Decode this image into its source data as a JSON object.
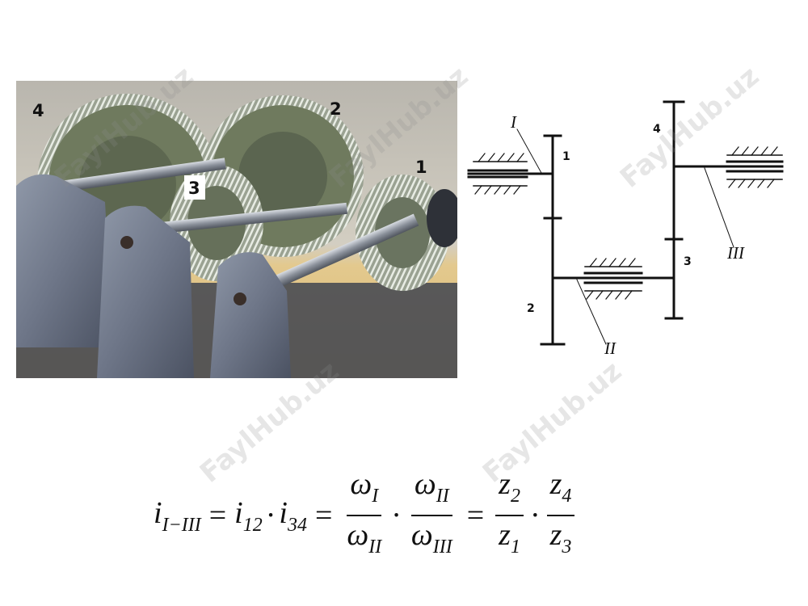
{
  "photo": {
    "labels": {
      "g1": "1",
      "g2": "2",
      "g3": "3",
      "g4": "4"
    }
  },
  "scheme": {
    "gear_labels": {
      "g1": "1",
      "g2": "2",
      "g3": "3",
      "g4": "4"
    },
    "shaft_labels": {
      "s1": "I",
      "s2": "II",
      "s3": "III"
    }
  },
  "formula": {
    "lhs_i": "i",
    "lhs_sub": "I−III",
    "eq1": "=",
    "i12": "i",
    "i12_sub": "12",
    "mul1": "·",
    "i34": "i",
    "i34_sub": "34",
    "eq2": "=",
    "w_num1": "ω",
    "w_num1_sub": "I",
    "w_den1": "ω",
    "w_den1_sub": "II",
    "mul2": "·",
    "w_num2": "ω",
    "w_num2_sub": "II",
    "w_den2": "ω",
    "w_den2_sub": "III",
    "eq3": "=",
    "z_num1": "z",
    "z_num1_sub": "2",
    "z_den1": "z",
    "z_den1_sub": "1",
    "mul3": "·",
    "z_num2": "z",
    "z_num2_sub": "4",
    "z_den2": "z",
    "z_den2_sub": "3"
  },
  "watermark": "FaylHub.uz"
}
